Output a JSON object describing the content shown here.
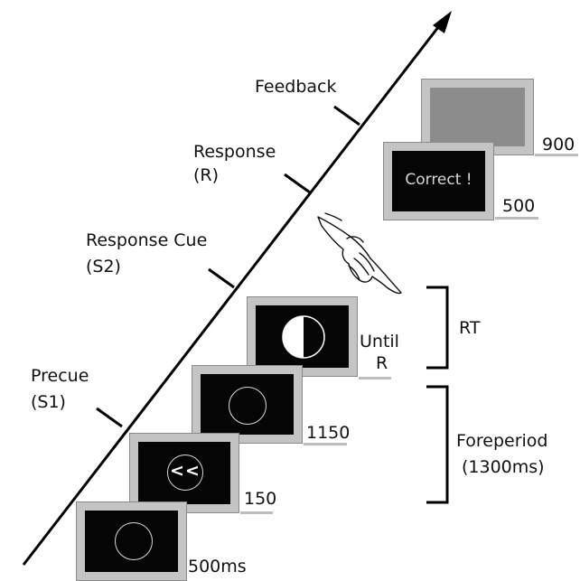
{
  "timeline": {
    "events": [
      {
        "label": "Feedback",
        "sub": ""
      },
      {
        "label": "Response",
        "sub": "(R)"
      },
      {
        "label": "Response Cue",
        "sub": "(S2)"
      },
      {
        "label": "Precue",
        "sub": "(S1)"
      }
    ]
  },
  "screens": {
    "fixation_duration": "500ms",
    "precue_symbol": "<<",
    "precue_duration": "150",
    "foreperiod_blank_duration": "1150",
    "response_cue_duration_line1": "Until",
    "response_cue_duration_line2": "R",
    "feedback_text": "Correct !",
    "feedback_duration": "500",
    "blank_duration": "900"
  },
  "brackets": {
    "rt_label": "RT",
    "foreperiod_line1": "Foreperiod",
    "foreperiod_line2": "(1300ms)"
  }
}
